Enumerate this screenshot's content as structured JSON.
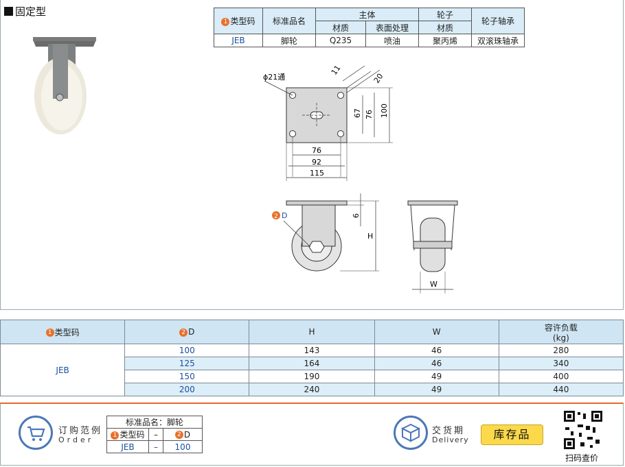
{
  "title": "固定型",
  "spec_table": {
    "type_code": "类型码",
    "std_name": "标准品名",
    "body": "主体",
    "wheel": "轮子",
    "wheel_bearing": "轮子轴承",
    "material": "材质",
    "surface": "表面处理",
    "wheel_material": "材质",
    "row": {
      "code": "JEB",
      "name": "脚轮",
      "mat": "Q235",
      "surf": "喷油",
      "wmat": "聚丙烯",
      "bearing": "双滚珠轴承"
    }
  },
  "drawing": {
    "hole": "ϕ21通",
    "d11": "11",
    "d20": "20",
    "d67": "67",
    "d76v": "76",
    "d100": "100",
    "d76h": "76",
    "d92": "92",
    "d115": "115",
    "d6": "6",
    "H": "H",
    "W": "W",
    "D_label": "D"
  },
  "main_table": {
    "headers": {
      "type": "类型码",
      "D": "D",
      "H": "H",
      "W": "W",
      "load": "容许负载",
      "load_unit": "(kg)"
    },
    "code": "JEB",
    "rows": [
      {
        "D": "100",
        "H": "143",
        "W": "46",
        "load": "280"
      },
      {
        "D": "125",
        "H": "164",
        "W": "46",
        "load": "340"
      },
      {
        "D": "150",
        "H": "190",
        "W": "49",
        "load": "400"
      },
      {
        "D": "200",
        "H": "240",
        "W": "49",
        "load": "440"
      }
    ]
  },
  "order": {
    "label_cn": "订购范例",
    "label_en": "Order",
    "std_name": "标准品名：脚轮",
    "type_code": "类型码",
    "dash1": "–",
    "D": "D",
    "code": "JEB",
    "dash2": "–",
    "dval": "100"
  },
  "delivery": {
    "label_cn": "交货期",
    "label_en": "Delivery",
    "stock": "库存品"
  },
  "qr": {
    "label": "扫码查价"
  },
  "badge_numbers": {
    "one": "1",
    "two": "2"
  }
}
